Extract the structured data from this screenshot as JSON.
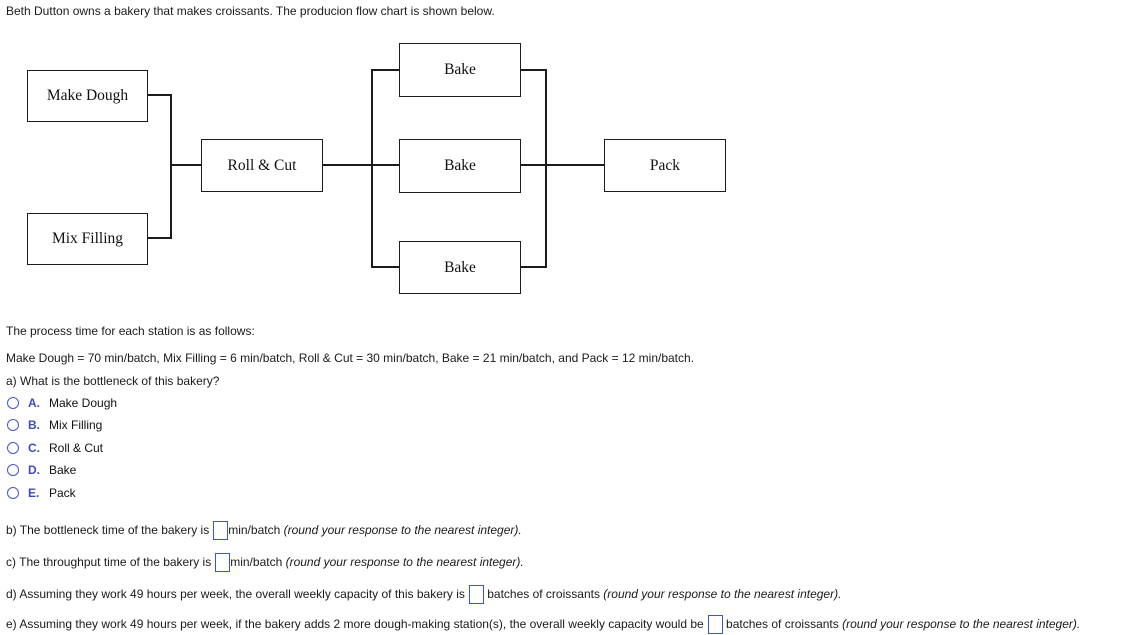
{
  "page": {
    "title": "Beth Dutton owns a bakery that makes croissants. The producion flow chart is shown below."
  },
  "flowchart": {
    "nodes": [
      {
        "id": "make-dough",
        "label": "Make Dough"
      },
      {
        "id": "mix-filling",
        "label": "Mix Filling"
      },
      {
        "id": "roll-cut",
        "label": "Roll & Cut"
      },
      {
        "id": "bake-top",
        "label": "Bake"
      },
      {
        "id": "bake-middle",
        "label": "Bake"
      },
      {
        "id": "bake-bottom",
        "label": "Bake"
      },
      {
        "id": "pack",
        "label": "Pack"
      }
    ]
  },
  "process_info": {
    "intro": "The process time for each station is as follows:",
    "times": "Make Dough = 70 min/batch, Mix Filling = 6 min/batch, Roll & Cut = 30 min/batch, Bake = 21 min/batch, and Pack = 12 min/batch."
  },
  "question_a": {
    "prompt": "a) What is the bottleneck of this bakery?",
    "options": [
      {
        "letter": "A.",
        "label": "Make Dough",
        "selected": false
      },
      {
        "letter": "B.",
        "label": "Mix Filling",
        "selected": false
      },
      {
        "letter": "C.",
        "label": "Roll & Cut",
        "selected": false
      },
      {
        "letter": "D.",
        "label": "Bake",
        "selected": false
      },
      {
        "letter": "E.",
        "label": "Pack",
        "selected": false
      }
    ]
  },
  "question_b": {
    "before": "b) The bottleneck time of the bakery is",
    "after": "min/batch ",
    "note": "(round your response to the nearest integer).",
    "value": ""
  },
  "question_c": {
    "before": "c) The throughput time of the bakery is",
    "after": "min/batch ",
    "note": "(round your response to the nearest integer).",
    "value": ""
  },
  "question_d": {
    "before": "d) Assuming they work 49 hours per week, the overall weekly capacity of this bakery is",
    "after": " batches of croissants ",
    "note": "(round your response to the nearest integer).",
    "value": ""
  },
  "question_e": {
    "before": "e) Assuming they work 49 hours per week, if the bakery adds 2 more dough-making station(s), the overall weekly capacity would be",
    "after": " batches of croissants ",
    "note": "(round your response to the nearest integer).",
    "value": ""
  },
  "colors": {
    "accent_blue": "#3d4bc4",
    "radio_border": "#4956c8",
    "input_border": "#3c57cc",
    "line_black": "#1c1c1c"
  }
}
